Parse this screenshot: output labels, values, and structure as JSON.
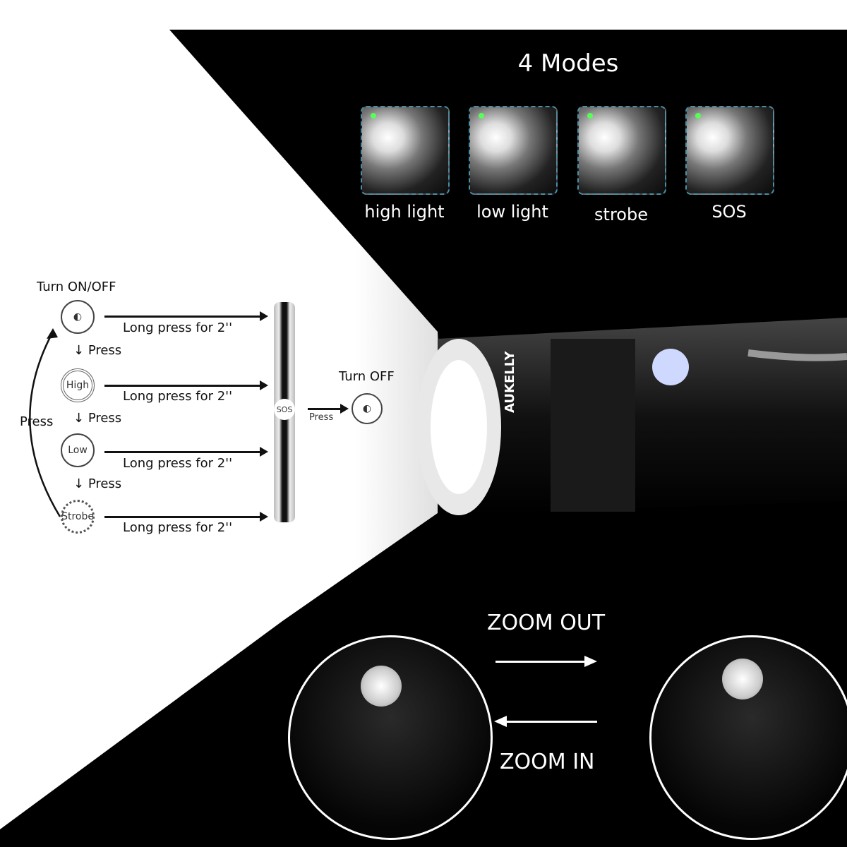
{
  "header": {
    "title": "4 Modes"
  },
  "modes": [
    {
      "label": "high light"
    },
    {
      "label": "low light"
    },
    {
      "label": "strobe"
    },
    {
      "label": "SOS"
    }
  ],
  "diagram": {
    "turn_on_off": "Turn ON/OFF",
    "long_press": "Long press for 2''",
    "press": "Press",
    "high": "High",
    "low": "Low",
    "strobe": "Strobe",
    "sos": "SOS",
    "turn_off": "Turn OFF"
  },
  "product": {
    "brand": "AUKELLY"
  },
  "zoom": {
    "out": "ZOOM OUT",
    "in": "ZOOM IN"
  }
}
